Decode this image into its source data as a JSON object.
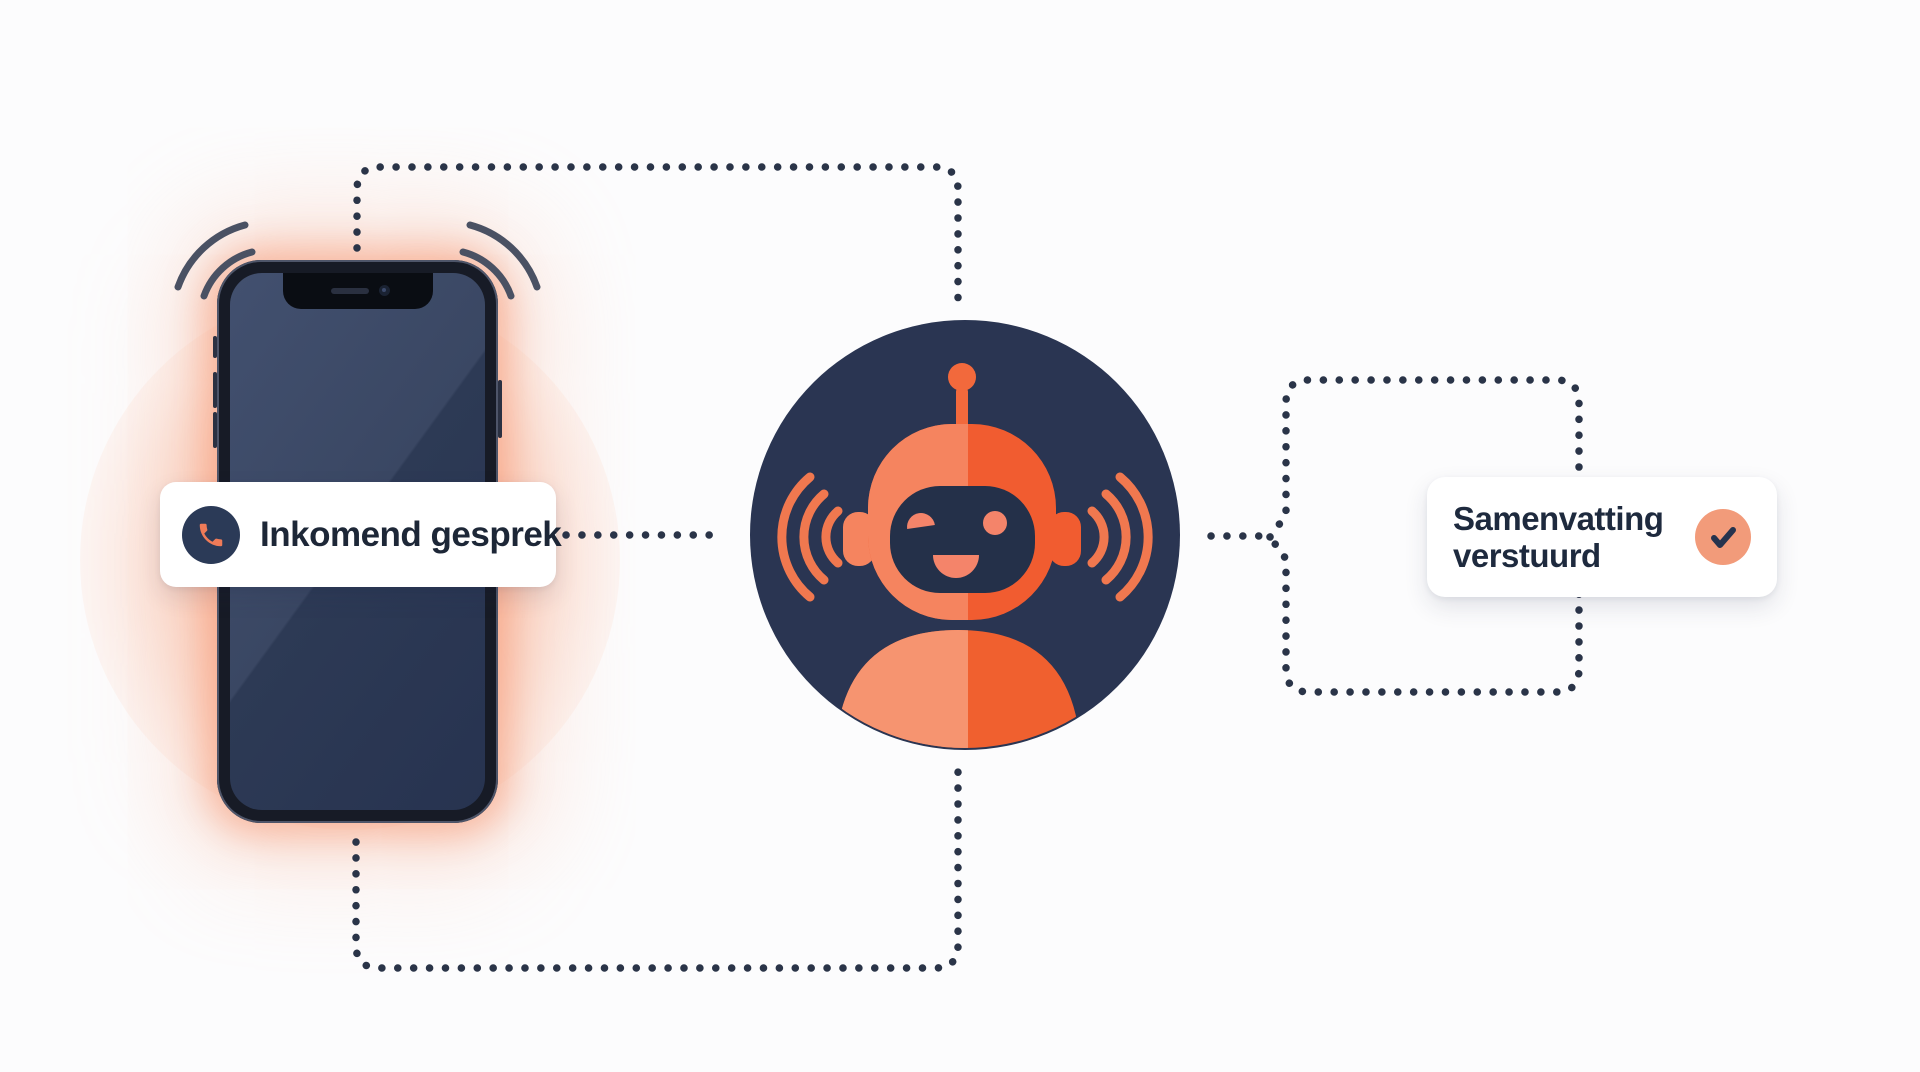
{
  "scene": {
    "description": "Illustration of an AI voice assistant flow: ringing phone, AI bot, summary sent",
    "language": "nl"
  },
  "incoming_card": {
    "label": "Inkomend gesprek",
    "icon": "phone-icon"
  },
  "summary_card": {
    "line1": "Samenvatting",
    "line2": "verstuurd",
    "icon": "check-icon"
  },
  "colors": {
    "background": "#fcfcfd",
    "card_background": "#ffffff",
    "text_navy": "#1d2737",
    "dot_navy": "#2a3448",
    "robot_circle_navy": "#2a3552",
    "robot_face_navy": "#243049",
    "orange_dark": "#f15c30",
    "orange_light": "#f5845f",
    "body_orange_dark": "#f0602f",
    "body_orange_light": "#f69470",
    "salmon_features": "#f4846a",
    "wave_orange": "#f0784f",
    "check_circle_salmon": "#f29b7a",
    "phone_glow_peach": "#f69169",
    "vibration_arc_gray": "#4a5163"
  }
}
